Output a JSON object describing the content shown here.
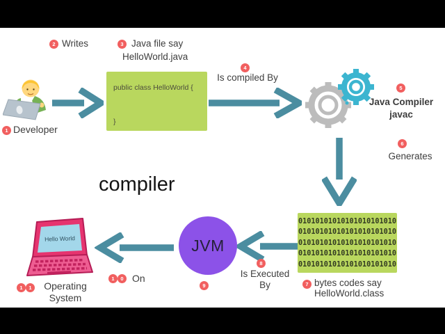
{
  "caption": "compiler",
  "colors": {
    "arrow_teal": "#4b8da0",
    "badge_red": "#f15f5f",
    "box_green": "#b9d75e",
    "jvm_purple": "#8c52e8",
    "gear_gray": "#bcbcbc",
    "gear_teal": "#3cb5d0",
    "laptop_pink": "#e6346f",
    "screen_blue": "#a3d7ea"
  },
  "steps": {
    "developer": {
      "badge": "1",
      "label": "Developer"
    },
    "writes": {
      "badge": "2",
      "label": "Writes"
    },
    "java_file": {
      "badge": "3",
      "line1": "Java file say",
      "line2": "HelloWorld.java"
    },
    "is_compiled_by": {
      "badge": "4",
      "label": "Is compiled By"
    },
    "java_compiler": {
      "badge": "5",
      "line1": "Java Compiler",
      "line2": "javac"
    },
    "generates": {
      "badge": "6",
      "label": "Generates"
    },
    "byte_codes": {
      "badge": "7",
      "line1": "bytes codes say",
      "line2": "HelloWorld.class"
    },
    "is_executed_by": {
      "badge": "8",
      "line1": "Is Executed",
      "line2": "By"
    },
    "jvm": {
      "badge": "9",
      "label": "JVM"
    },
    "on": {
      "badge_digit1": "1",
      "badge_digit2": "0",
      "label": "On"
    },
    "operating_system": {
      "badge_digit1": "1",
      "badge_digit2": "1",
      "line1": "Operating",
      "line2": "System"
    }
  },
  "code_box": {
    "line1": "public class HelloWorld {",
    "line2": "}"
  },
  "binary_box": {
    "lines": [
      "01010101010101010101010",
      "01010101010101010101010",
      "01010101010101010101010",
      "01010101010101010101010",
      "01010101010101010101010"
    ]
  },
  "laptop": {
    "screen_text": "Hello World"
  }
}
